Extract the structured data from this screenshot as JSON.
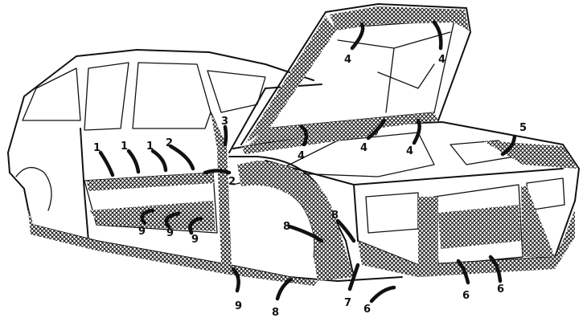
{
  "callouts": {
    "c1a": "1",
    "c1b": "1",
    "c1c": "1",
    "c2a": "2",
    "c2b": "2",
    "c3": "3",
    "c4a": "4",
    "c4b": "4",
    "c4c": "4",
    "c4d": "4",
    "c4e": "4",
    "c5": "5",
    "c6a": "6",
    "c6b": "6",
    "c6c": "6",
    "c7": "7",
    "c8a": "8",
    "c8b": "8",
    "c8c": "8",
    "c9a": "9",
    "c9b": "9",
    "c9c": "9",
    "c9d": "9"
  },
  "colors": {
    "ink": "#111111",
    "paper": "#ffffff"
  }
}
